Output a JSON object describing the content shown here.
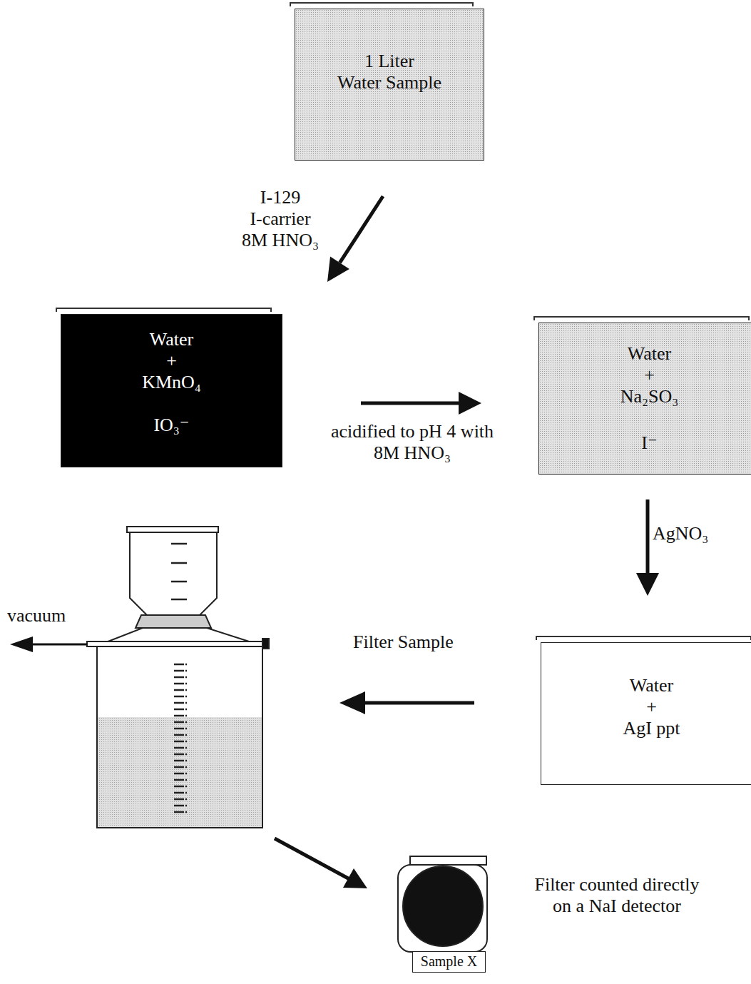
{
  "diagram": {
    "nodes": [
      {
        "text": [
          "1 Liter Water Sample"
        ]
      },
      {
        "text": [
          "Water + KMnO₄",
          "IO₃⁻"
        ]
      },
      {
        "text": [
          "Water + Na₂SO₃",
          "I⁻"
        ]
      },
      {
        "text": [
          "Water + AgI ppt"
        ]
      },
      {
        "text": [
          "Sample X"
        ]
      }
    ],
    "edges": [
      {
        "from": 0,
        "to": 1,
        "arrow": "to",
        "label": "I-129 I-carrier 8M HNO₃"
      },
      {
        "from": 1,
        "to": 2,
        "arrow": "to",
        "label": "acidified to pH 4 with 8M HNO₃"
      },
      {
        "from": 2,
        "to": 3,
        "arrow": "to",
        "label": "AgNO₃"
      }
    ],
    "labels": [
      "vacuum",
      "Filter Sample",
      "Filter counted directly on a NaI detector"
    ]
  }
}
